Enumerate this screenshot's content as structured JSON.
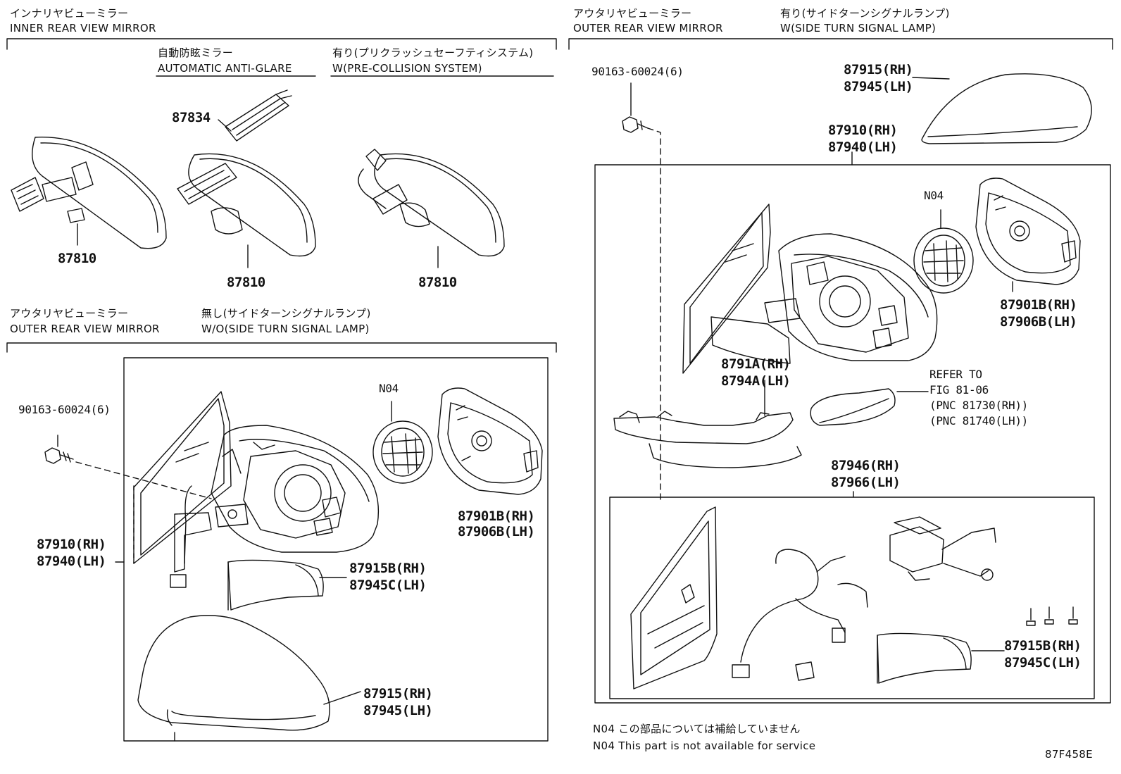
{
  "inner_section": {
    "title_jp": "インナリヤビューミラー",
    "title_en": "INNER REAR VIEW MIRROR",
    "sub_auto_jp": "自動防眩ミラー",
    "sub_auto_en": "AUTOMATIC ANTI-GLARE",
    "sub_pcs_jp": "有り(プリクラッシュセーフティシステム)",
    "sub_pcs_en": "W(PRE-COLLISION SYSTEM)",
    "parts": {
      "sensor": "87834",
      "mirror_a": "87810",
      "mirror_b": "87810",
      "mirror_c": "87810"
    }
  },
  "outer_wo_section": {
    "title_jp": "アウタリヤビューミラー",
    "title_en": "OUTER REAR VIEW MIRROR",
    "cond_jp": "無し(サイドターンシグナルランプ)",
    "cond_en": "W/O(SIDE TURN SIGNAL LAMP)",
    "parts": {
      "screw": "90163-60024(6)",
      "n04": "N04",
      "glass_rh": "87901B(RH)",
      "glass_lh": "87906B(LH)",
      "assy_rh": "87910(RH)",
      "assy_lh": "87940(LH)",
      "lower_rh": "87915B(RH)",
      "lower_lh": "87945C(LH)",
      "cover_rh": "87915(RH)",
      "cover_lh": "87945(LH)"
    }
  },
  "outer_w_section": {
    "title_jp": "アウタリヤビューミラー",
    "title_en": "OUTER REAR VIEW MIRROR",
    "cond_jp": "有り(サイドターンシグナルランプ)",
    "cond_en": "W(SIDE TURN SIGNAL LAMP)",
    "parts": {
      "screw": "90163-60024(6)",
      "cover_rh": "87915(RH)",
      "cover_lh": "87945(LH)",
      "assy_rh": "87910(RH)",
      "assy_lh": "87940(LH)",
      "n04": "N04",
      "glass_rh": "87901B(RH)",
      "glass_lh": "87906B(LH)",
      "lamp_cover_rh": "8791A(RH)",
      "lamp_cover_lh": "8794A(LH)",
      "refer_1": "REFER TO",
      "refer_2": "FIG 81-06",
      "refer_3": "(PNC 81730(RH))",
      "refer_4": "(PNC 81740(LH))",
      "sub_assy_rh": "87946(RH)",
      "sub_assy_lh": "87966(LH)",
      "lower_rh": "87915B(RH)",
      "lower_lh": "87945C(LH)"
    }
  },
  "footnote": {
    "jp": "N04 この部品については補給していません",
    "en": "N04 This part is not available for service"
  },
  "figure_id": "87F458E"
}
